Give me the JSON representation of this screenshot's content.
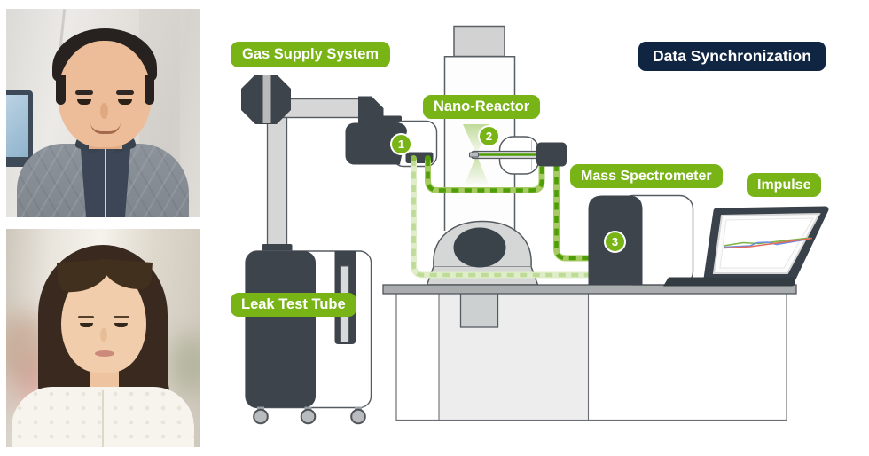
{
  "page": {
    "background": "#ffffff"
  },
  "portraits": [
    {
      "alt": "Portrait photo of a male researcher"
    },
    {
      "alt": "Portrait photo of a female researcher"
    }
  ],
  "diagram": {
    "labels": [
      {
        "id": "gas-supply-system",
        "text": "Gas Supply System",
        "style": "green"
      },
      {
        "id": "nano-reactor",
        "text": "Nano-Reactor",
        "style": "green"
      },
      {
        "id": "mass-spectrometer",
        "text": "Mass Spectrometer",
        "style": "green"
      },
      {
        "id": "impulse",
        "text": "Impulse",
        "style": "green"
      },
      {
        "id": "leak-test-tube",
        "text": "Leak Test Tube",
        "style": "green"
      },
      {
        "id": "data-synchronization",
        "text": "Data Synchronization",
        "style": "navy"
      }
    ],
    "markers": [
      {
        "number": "1"
      },
      {
        "number": "2"
      },
      {
        "number": "3"
      }
    ],
    "laptop_chart": {
      "type": "line",
      "series_colors": [
        "#7cb342",
        "#6b8fe8",
        "#e06b5f"
      ]
    },
    "colors": {
      "accent_green": "#79b417",
      "badge_navy": "#0f2542",
      "equipment_dark": "#3d444c",
      "tube_green_dash": "#4f9d07",
      "tube_green_base": "#a6cb62",
      "tube_pale_dash": "#bedb97",
      "tube_pale_base": "#dfeec9"
    }
  }
}
